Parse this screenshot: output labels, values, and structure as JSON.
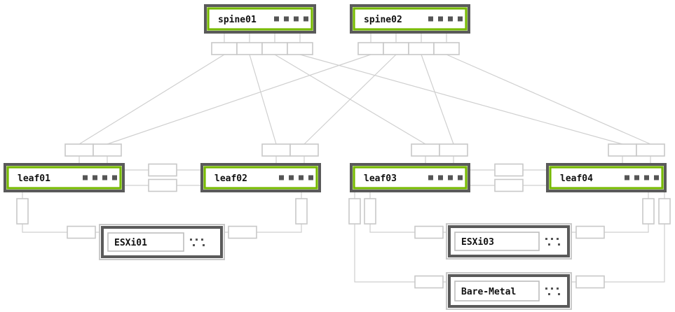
{
  "colors": {
    "switch_border": "#5a5a5a",
    "switch_accent": "#76b900",
    "host_border": "#5a5a5a",
    "host_outer": "#c9c9c9",
    "link": "#cfcfcf",
    "port": "#c8c8c8",
    "dot": "#555555"
  },
  "switches": {
    "spine01": {
      "label": "spine01",
      "role": "spine"
    },
    "spine02": {
      "label": "spine02",
      "role": "spine"
    },
    "leaf01": {
      "label": "leaf01",
      "role": "leaf"
    },
    "leaf02": {
      "label": "leaf02",
      "role": "leaf"
    },
    "leaf03": {
      "label": "leaf03",
      "role": "leaf"
    },
    "leaf04": {
      "label": "leaf04",
      "role": "leaf"
    }
  },
  "hosts": {
    "esxi01": {
      "label": "ESXi01"
    },
    "esxi03": {
      "label": "ESXi03"
    },
    "baremetal": {
      "label": "Bare-Metal"
    }
  },
  "links": [
    {
      "from": "spine01",
      "to": "leaf01",
      "kind": "fabric"
    },
    {
      "from": "spine01",
      "to": "leaf02",
      "kind": "fabric"
    },
    {
      "from": "spine01",
      "to": "leaf03",
      "kind": "fabric"
    },
    {
      "from": "spine01",
      "to": "leaf04",
      "kind": "fabric"
    },
    {
      "from": "spine02",
      "to": "leaf01",
      "kind": "fabric"
    },
    {
      "from": "spine02",
      "to": "leaf02",
      "kind": "fabric"
    },
    {
      "from": "spine02",
      "to": "leaf03",
      "kind": "fabric"
    },
    {
      "from": "spine02",
      "to": "leaf04",
      "kind": "fabric"
    },
    {
      "from": "leaf01",
      "to": "leaf02",
      "kind": "peer"
    },
    {
      "from": "leaf03",
      "to": "leaf04",
      "kind": "peer"
    },
    {
      "from": "leaf01",
      "to": "esxi01",
      "kind": "host"
    },
    {
      "from": "leaf02",
      "to": "esxi01",
      "kind": "host"
    },
    {
      "from": "leaf03",
      "to": "esxi03",
      "kind": "host"
    },
    {
      "from": "leaf04",
      "to": "esxi03",
      "kind": "host"
    },
    {
      "from": "leaf03",
      "to": "baremetal",
      "kind": "host"
    },
    {
      "from": "leaf04",
      "to": "baremetal",
      "kind": "host"
    }
  ]
}
